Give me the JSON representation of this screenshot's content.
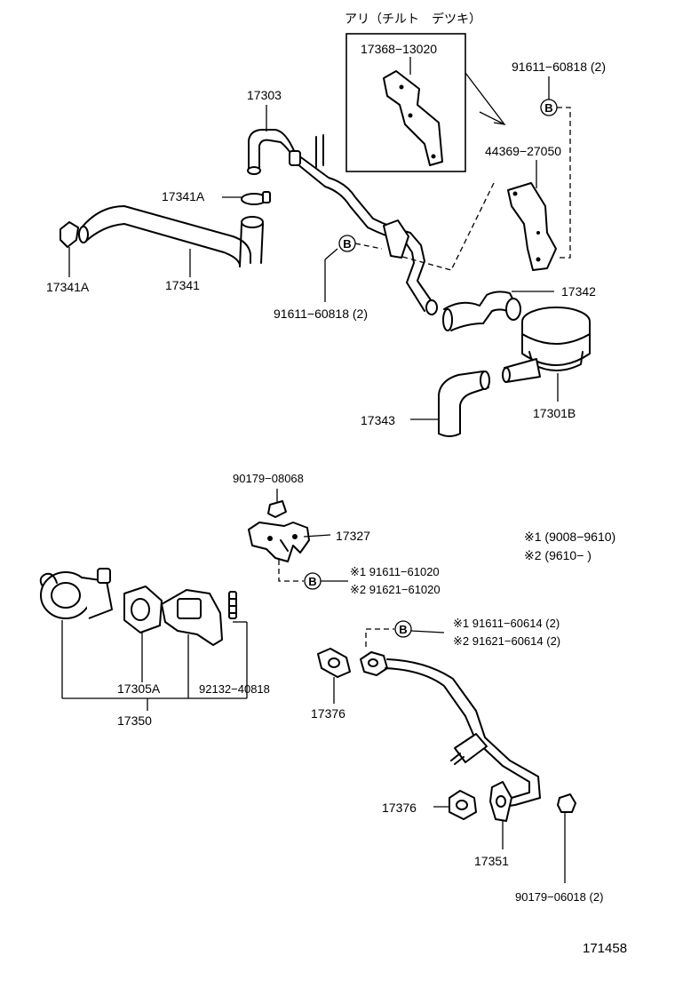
{
  "box_title": "アリ（チルト　デツキ）",
  "labels": {
    "p17368": "17368−13020",
    "p91611_top": "91611−60818 (2)",
    "p44369": "44369−27050",
    "p17303": "17303",
    "p17341A_top": "17341A",
    "p17341A_left": "17341A",
    "p17341": "17341",
    "p91611_mid": "91611−60818 (2)",
    "p17342": "17342",
    "p17343": "17343",
    "p17301B": "17301B",
    "p90179_08068": "90179−08068",
    "p17327": "17327",
    "p17327_b1": "※1  91611−61020",
    "p17327_b2": "※2  91621−61020",
    "note1": "※1 (9008−9610)",
    "note2": "※2 (9610−        )",
    "p_b3_1": "※1  91611−60614 (2)",
    "p_b3_2": "※2  91621−60614 (2)",
    "p17305A": "17305A",
    "p92132": "92132−40818",
    "p17350": "17350",
    "p17376_a": "17376",
    "p17376_b": "17376",
    "p17351": "17351",
    "p90179_06018": "90179−06018 (2)",
    "diagram_number": "171458"
  },
  "callout_letter": "B"
}
